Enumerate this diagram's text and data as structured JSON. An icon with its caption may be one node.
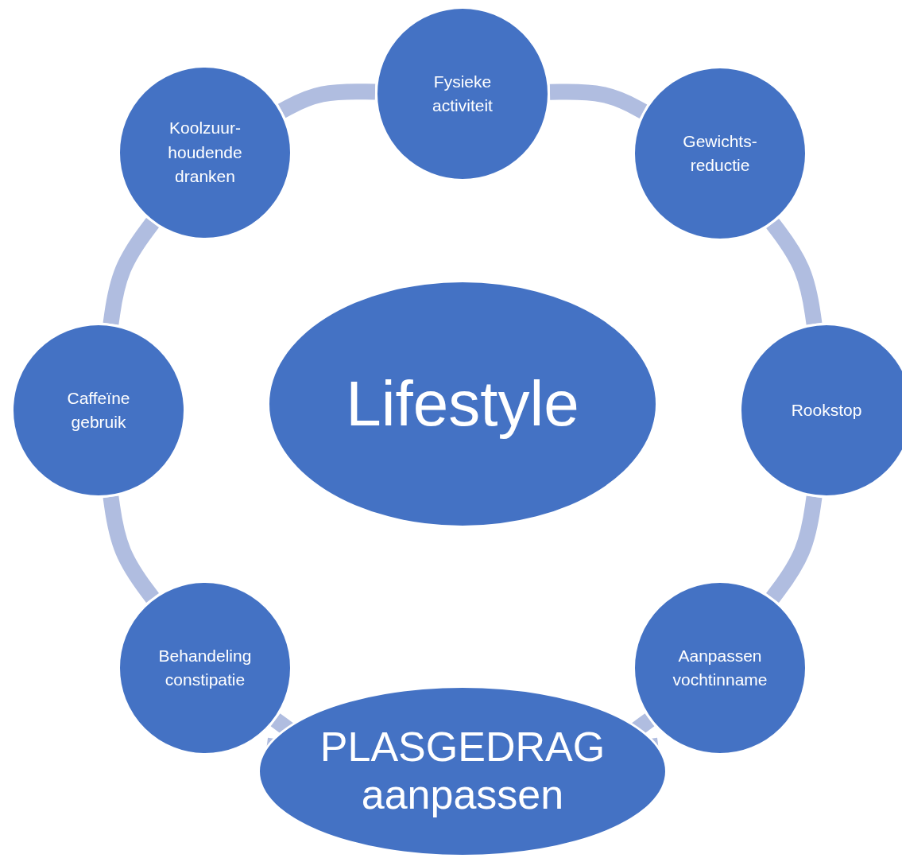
{
  "diagram": {
    "nodes": [
      {
        "text": [
          "Fysieke activiteit"
        ]
      },
      {
        "text": [
          "Koolzuur- houdende dranken"
        ]
      },
      {
        "text": [
          "Gewichts- reductie"
        ]
      },
      {
        "text": [
          "Caffeïne gebruik"
        ]
      },
      {
        "text": [
          "Lifestyle"
        ]
      },
      {
        "text": [
          "Rookstop"
        ]
      },
      {
        "text": [
          "Behandeling constipatie"
        ]
      },
      {
        "text": [
          "Aanpassen vochtinname"
        ]
      },
      {
        "text": [
          "PLASGEDRAG aanpassen"
        ]
      }
    ],
    "edges": [
      {
        "from": 0,
        "to": 2,
        "arrow": "none"
      },
      {
        "from": 2,
        "to": 5,
        "arrow": "none"
      },
      {
        "from": 5,
        "to": 7,
        "arrow": "none"
      },
      {
        "from": 7,
        "to": 8,
        "arrow": "none"
      },
      {
        "from": 8,
        "to": 6,
        "arrow": "none"
      },
      {
        "from": 6,
        "to": 3,
        "arrow": "none"
      },
      {
        "from": 3,
        "to": 1,
        "arrow": "none"
      },
      {
        "from": 1,
        "to": 0,
        "arrow": "none"
      }
    ]
  }
}
